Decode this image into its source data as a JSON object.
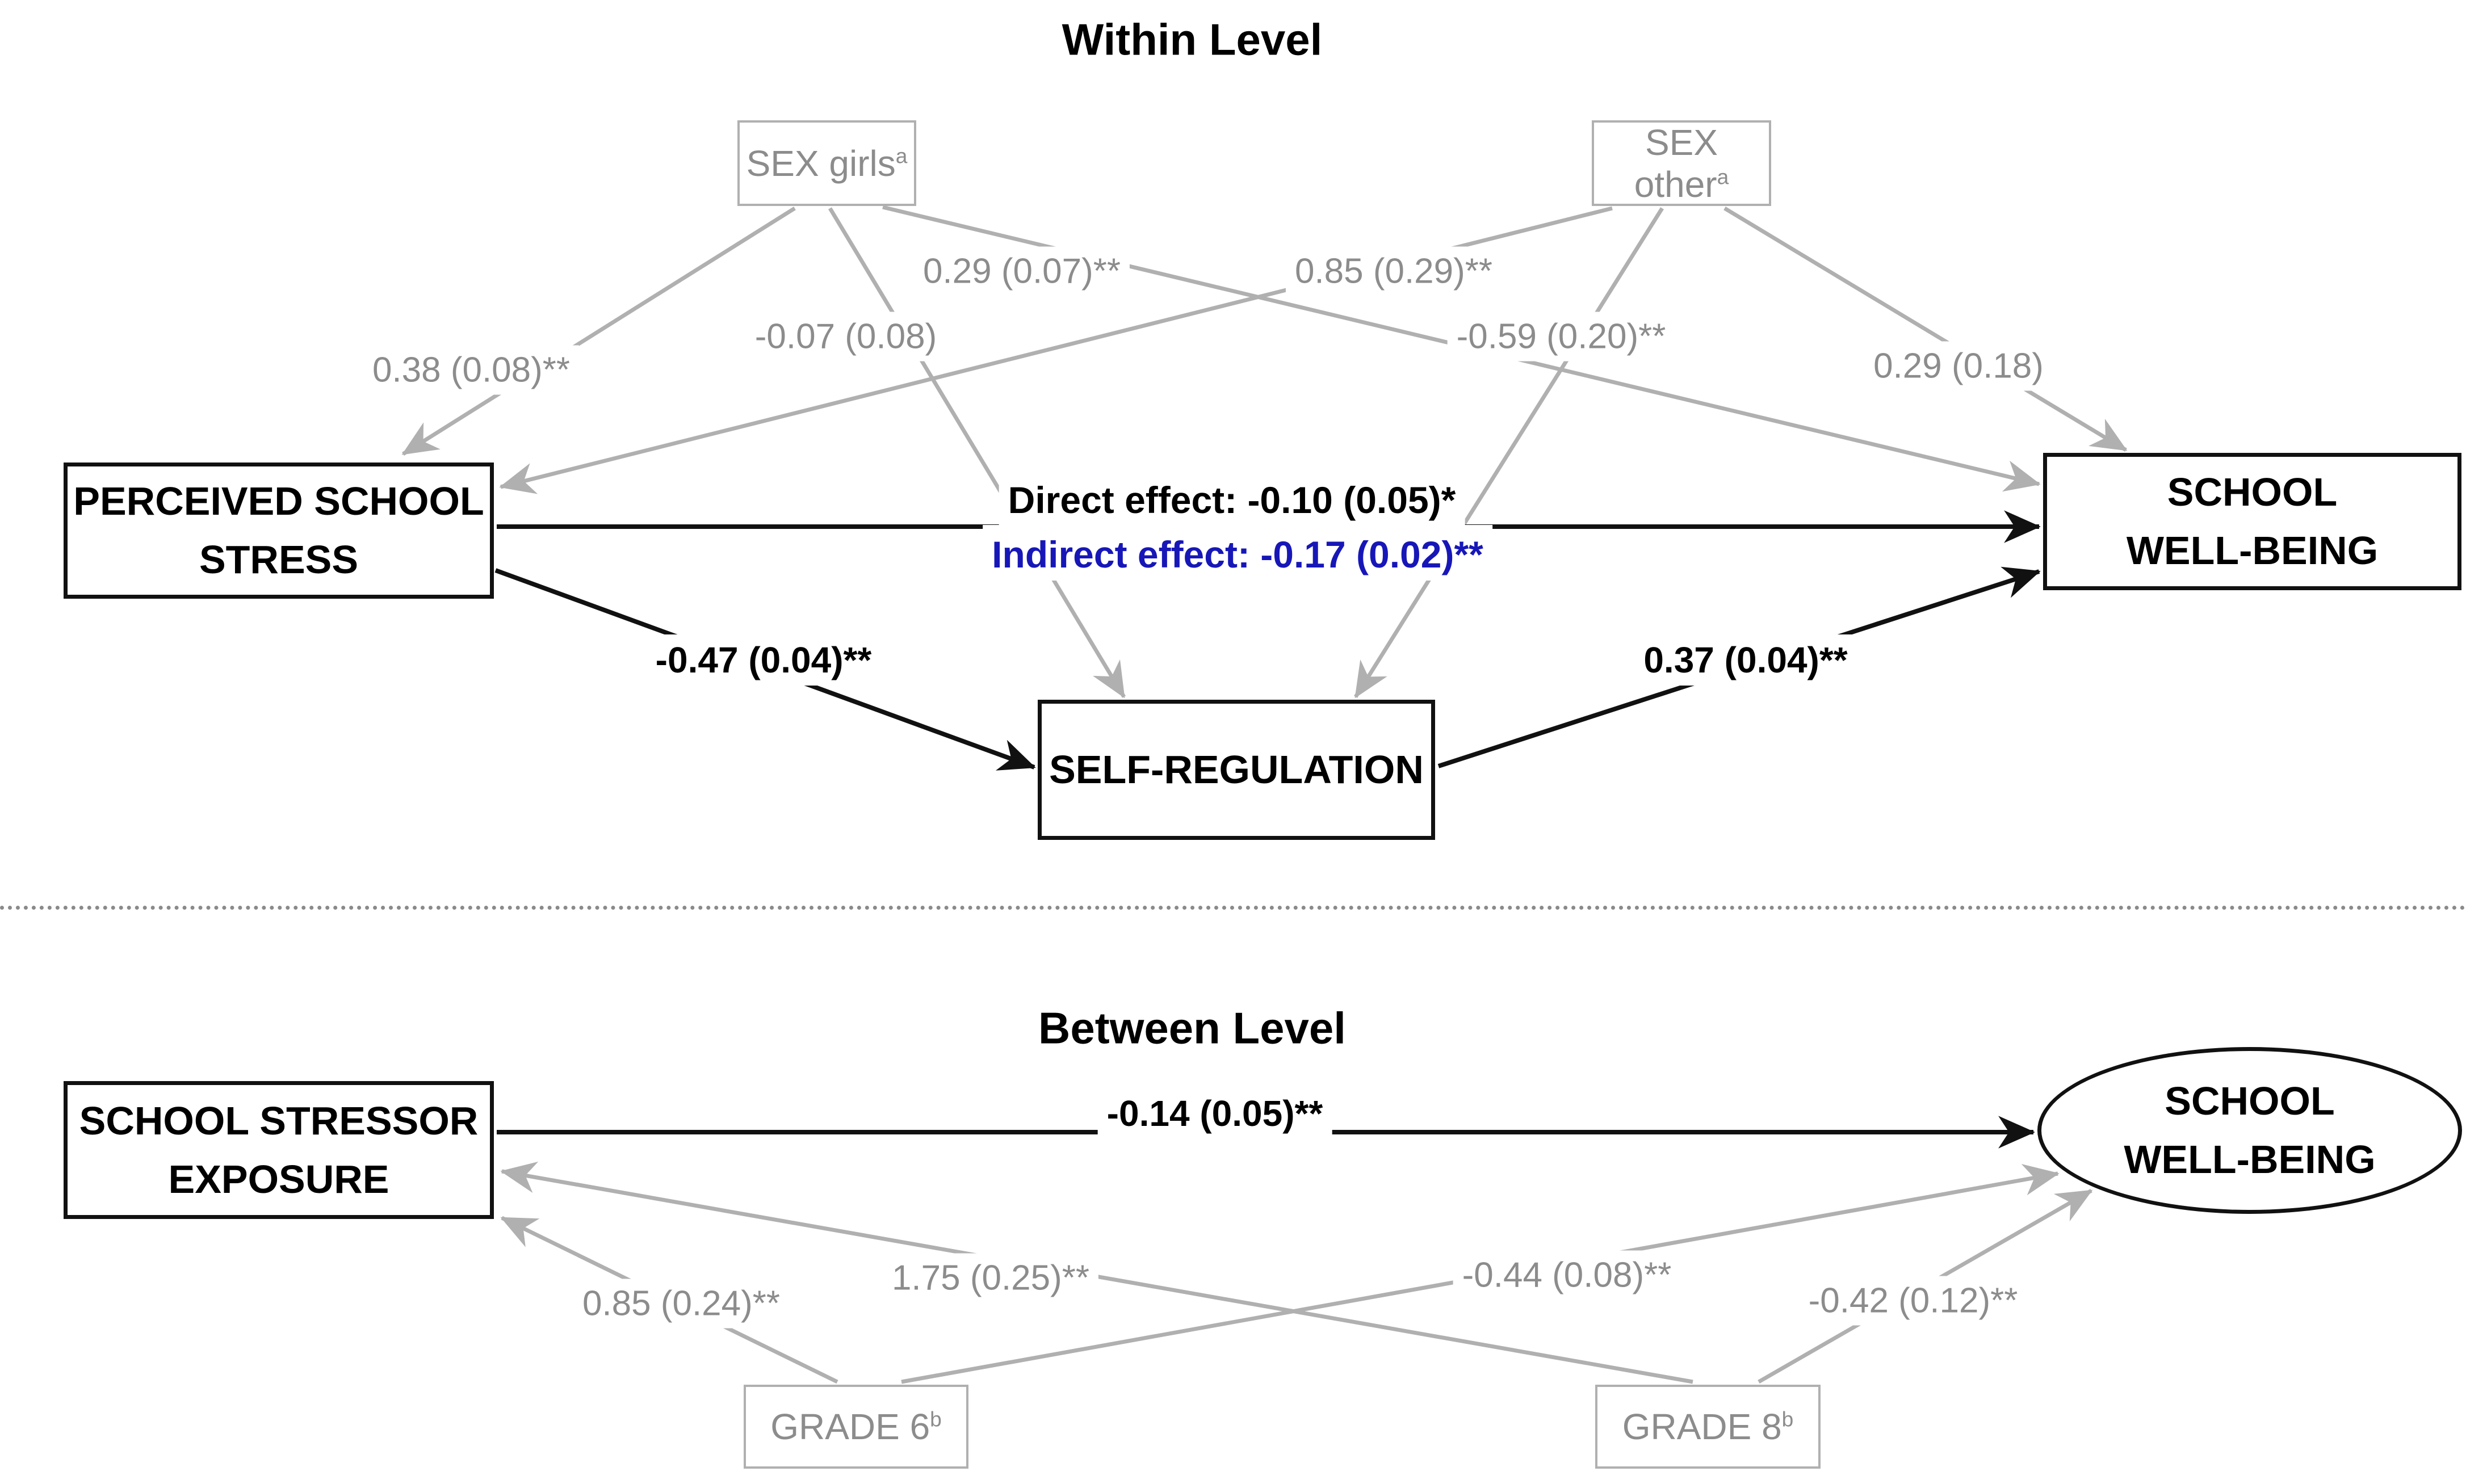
{
  "titles": {
    "within": "Within Level",
    "between": "Between Level"
  },
  "colors": {
    "black_path": "#111111",
    "gray_path": "#b0b0b0",
    "gray_text": "#8c8c8c",
    "indirect_blue": "#1717b8"
  },
  "nodes": {
    "sex_girls": {
      "label": "SEX girls",
      "sup": "a"
    },
    "sex_other": {
      "label": "SEX other",
      "sup": "a"
    },
    "perceived_school_stress": {
      "line1": "PERCEIVED SCHOOL",
      "line2": "STRESS"
    },
    "school_well_being_within": {
      "line1": "SCHOOL",
      "line2": "WELL-BEING"
    },
    "self_regulation": {
      "label": "SELF-REGULATION"
    },
    "school_stressor_exposure": {
      "line1": "SCHOOL STRESSOR",
      "line2": "EXPOSURE"
    },
    "school_well_being_between": {
      "line1": "SCHOOL",
      "line2": "WELL-BEING"
    },
    "grade6": {
      "label": "GRADE 6",
      "sup": "b"
    },
    "grade8": {
      "label": "GRADE 8",
      "sup": "b"
    }
  },
  "path_labels": {
    "sex_girls_to_stress": "0.38 (0.08)**",
    "sex_girls_to_selfreg": "-0.07 (0.08)",
    "sex_girls_to_wellbeing": "0.29 (0.07)**",
    "sex_other_to_stress": "0.85 (0.29)**",
    "sex_other_to_selfreg": "-0.59 (0.20)**",
    "sex_other_to_wellbeing": "0.29 (0.18)",
    "direct_effect": "Direct effect: -0.10 (0.05)*",
    "indirect_effect": "Indirect effect: -0.17 (0.02)**",
    "stress_to_selfreg": "-0.47 (0.04)**",
    "selfreg_to_wellbeing": "0.37 (0.04)**",
    "exposure_to_wellbeing": "-0.14 (0.05)**",
    "grade6_to_exposure": "0.85 (0.24)**",
    "grade8_to_exposure": "1.75 (0.25)**",
    "grade6_to_wellbeing": "-0.44 (0.08)**",
    "grade8_to_wellbeing": "-0.42 (0.12)**"
  }
}
